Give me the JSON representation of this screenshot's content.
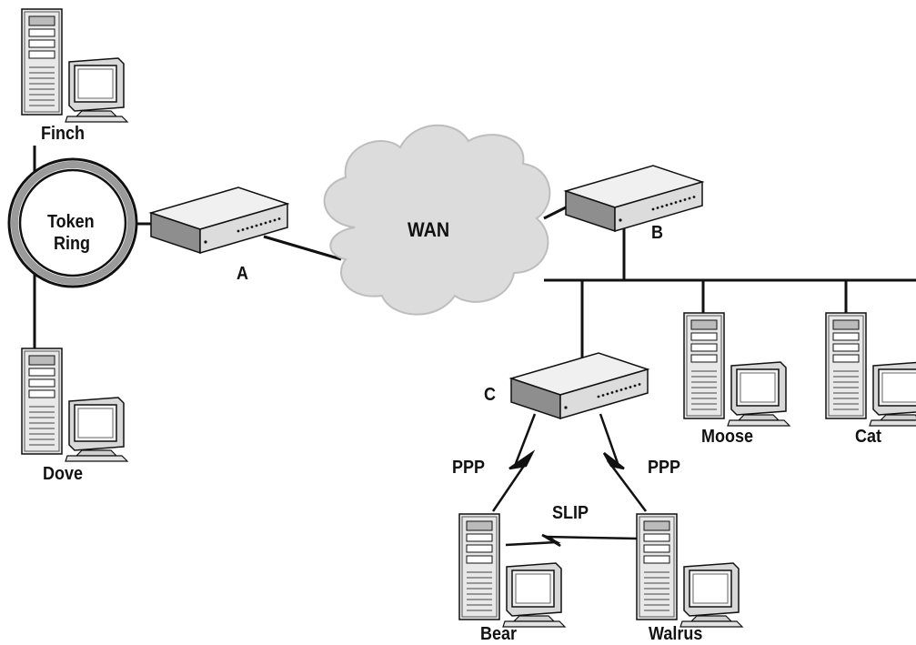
{
  "labels": {
    "finch": "Finch",
    "dove": "Dove",
    "token_ring_line1": "Token",
    "token_ring_line2": "Ring",
    "router_a": "A",
    "router_b": "B",
    "router_c": "C",
    "wan": "WAN",
    "moose": "Moose",
    "cat": "Cat",
    "bear": "Bear",
    "walrus": "Walrus",
    "ppp_left": "PPP",
    "ppp_right": "PPP",
    "slip": "SLIP"
  },
  "colors": {
    "line": "#111111",
    "cloud": "#dcdcdc",
    "device_fill": "#e6e6e6",
    "device_dark": "#9a9a9a"
  }
}
